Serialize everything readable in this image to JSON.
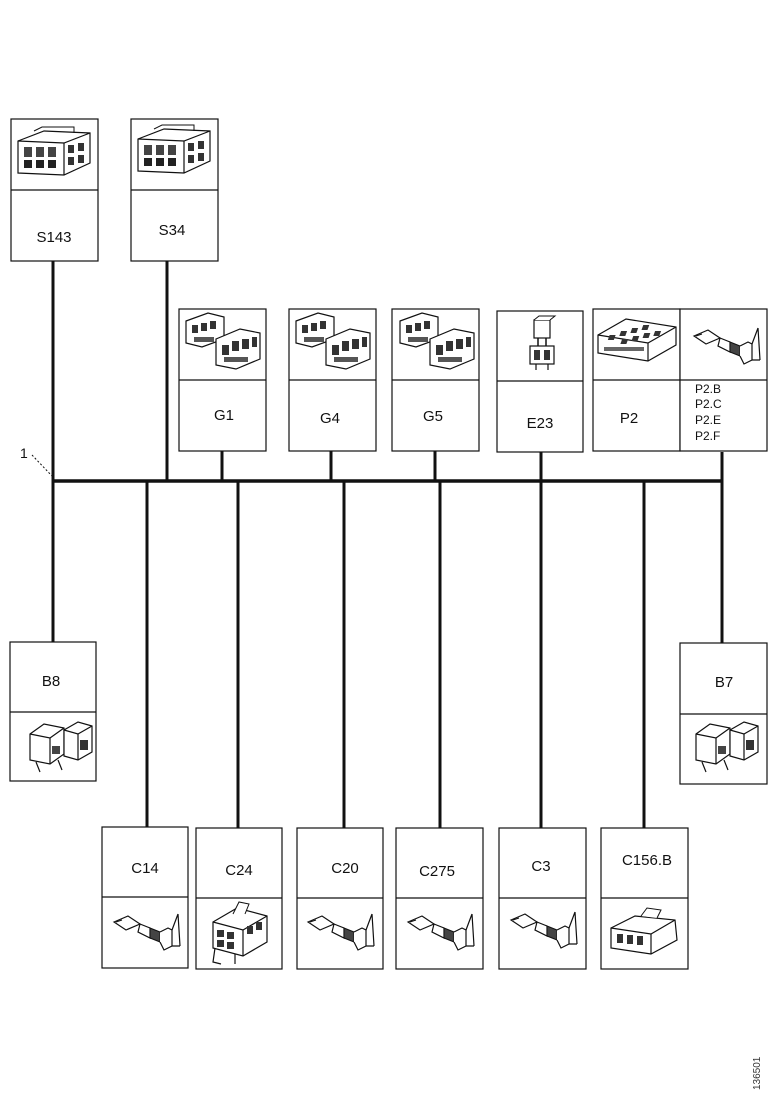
{
  "diagram": {
    "reference_number": "1",
    "doc_code": "136501",
    "top_connectors": [
      {
        "id": "S143",
        "label": "S143",
        "icon": "relay-block-icon"
      },
      {
        "id": "S34",
        "label": "S34",
        "icon": "relay-block-icon"
      },
      {
        "id": "G1",
        "label": "G1",
        "icon": "connector-pair-icon"
      },
      {
        "id": "G4",
        "label": "G4",
        "icon": "connector-pair-icon"
      },
      {
        "id": "G5",
        "label": "G5",
        "icon": "connector-pair-icon"
      },
      {
        "id": "E23",
        "label": "E23",
        "icon": "relay-icon"
      },
      {
        "id": "P2",
        "label": "P2",
        "icon": "fuse-box-icon"
      },
      {
        "id": "P2-pins",
        "label": "",
        "sublabels": [
          "P2.B",
          "P2.C",
          "P2.E",
          "P2.F"
        ],
        "icon": "terminal-pin-icon"
      }
    ],
    "side_connectors": [
      {
        "id": "B8",
        "label": "B8",
        "icon": "double-connector-icon"
      },
      {
        "id": "B7",
        "label": "B7",
        "icon": "double-connector-icon"
      }
    ],
    "bottom_connectors": [
      {
        "id": "C14",
        "label": "C14",
        "icon": "terminal-pin-icon"
      },
      {
        "id": "C24",
        "label": "C24",
        "icon": "multi-pin-connector-icon"
      },
      {
        "id": "C20",
        "label": "C20",
        "icon": "terminal-pin-icon"
      },
      {
        "id": "C275",
        "label": "C275",
        "icon": "terminal-pin-icon"
      },
      {
        "id": "C3",
        "label": "C3",
        "icon": "terminal-pin-icon"
      },
      {
        "id": "C156B",
        "label": "C156.B",
        "icon": "plug-connector-icon"
      }
    ]
  }
}
